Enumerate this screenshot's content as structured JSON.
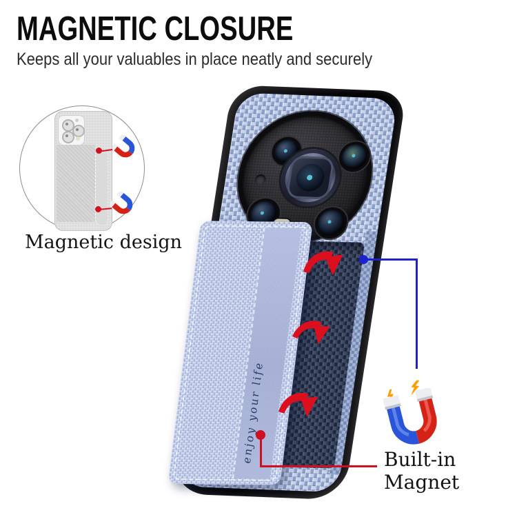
{
  "header": {
    "title": "MAGNETIC CLOSURE",
    "subtitle": "Keeps all your valuables in place neatly and securely"
  },
  "magnetic_design": {
    "label": "Magnetic design"
  },
  "built_in_magnet": {
    "label": "Built-in\nMagnet"
  },
  "wallet": {
    "stitched_text": "enjoy your life"
  },
  "icons": {
    "horseshoe_magnet": "U-shaped horseshoe magnet, blue and red arms with silver tips",
    "spark": "orange lightning spark",
    "pull_arrow": "red curved pull-out arrow",
    "callout_dot": "round callout anchor dot"
  },
  "colors": {
    "accent_red": "#cf0f22",
    "callout_blue": "#1c22cf",
    "magnet_blue": "#2b55d8",
    "magnet_red": "#d42217",
    "spark_orange": "#ff9d00",
    "case_weave_blue": "#9fb1d6",
    "pocket_navy": "#232c42",
    "flap_periwinkle": "#bfcae8"
  }
}
